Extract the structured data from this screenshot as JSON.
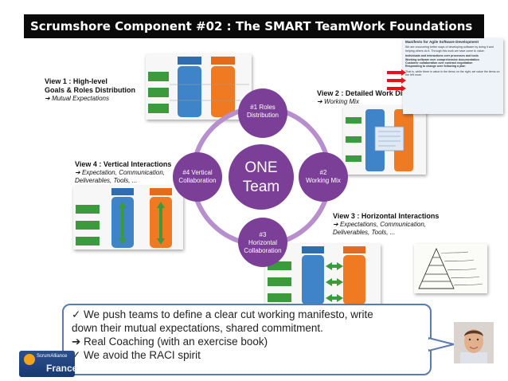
{
  "title": "Scrumshore  Component #02 : The SMART TeamWork Foundations",
  "views": {
    "v1": {
      "title_a": "View 1 : High-level",
      "title_b": "Goals & Roles Distribution",
      "sub": "Mutual Expectations"
    },
    "v2": {
      "title": "View 2 : Detailed Work Distribution",
      "sub": "Working Mix"
    },
    "v3": {
      "title": "View 3 : Horizontal Interactions",
      "sub_a": "Expectations, Communication,",
      "sub_b": "Deliverables, Tools, ..."
    },
    "v4": {
      "title": "View 4 : Vertical Interactions",
      "sub_a": "Expectation, Communication,",
      "sub_b": "Deliverables, Tools, ..."
    }
  },
  "cycle": {
    "center_a": "ONE",
    "center_b": "Team",
    "n1_a": "#1 Roles",
    "n1_b": "Distribution",
    "n2_a": "#2",
    "n2_b": "Working Mix",
    "n3_a": "#3",
    "n3_b": "Horizontal",
    "n3_c": "Collaboration",
    "n4_a": "#4 Vertical",
    "n4_b": "Collaboration"
  },
  "manifesto": {
    "title": "Manifesto for Agile Software Development",
    "intro": "We are uncovering better ways of developing software by doing it and helping others do it. Through this work we have come to value:",
    "l1": "Individuals and interactions over processes and tools",
    "l2": "Working software over comprehensive documentation",
    "l3": "Customer collaboration over contract negotiation",
    "l4": "Responding to change over following a plan",
    "outro": "That is, while there is value in the items on the right, we value the items on the left more."
  },
  "bubble": {
    "line1": "✓  We push teams to define a clear cut working manifesto, write",
    "line2": "down their mutual expectations, shared commitment.",
    "line3": "➔ Real Coaching  (with  an exercise book)",
    "line4": "✓ We avoid the RACI spirit"
  },
  "logo": {
    "top": "ScrumAlliance",
    "bottom": "France"
  },
  "colors": {
    "purple": "#7b3f98",
    "ring": "#b68fcc",
    "blue": "#3f84c8",
    "orange": "#f07a22",
    "green": "#3b9a3b",
    "bubble_border": "#5b7ab0"
  }
}
